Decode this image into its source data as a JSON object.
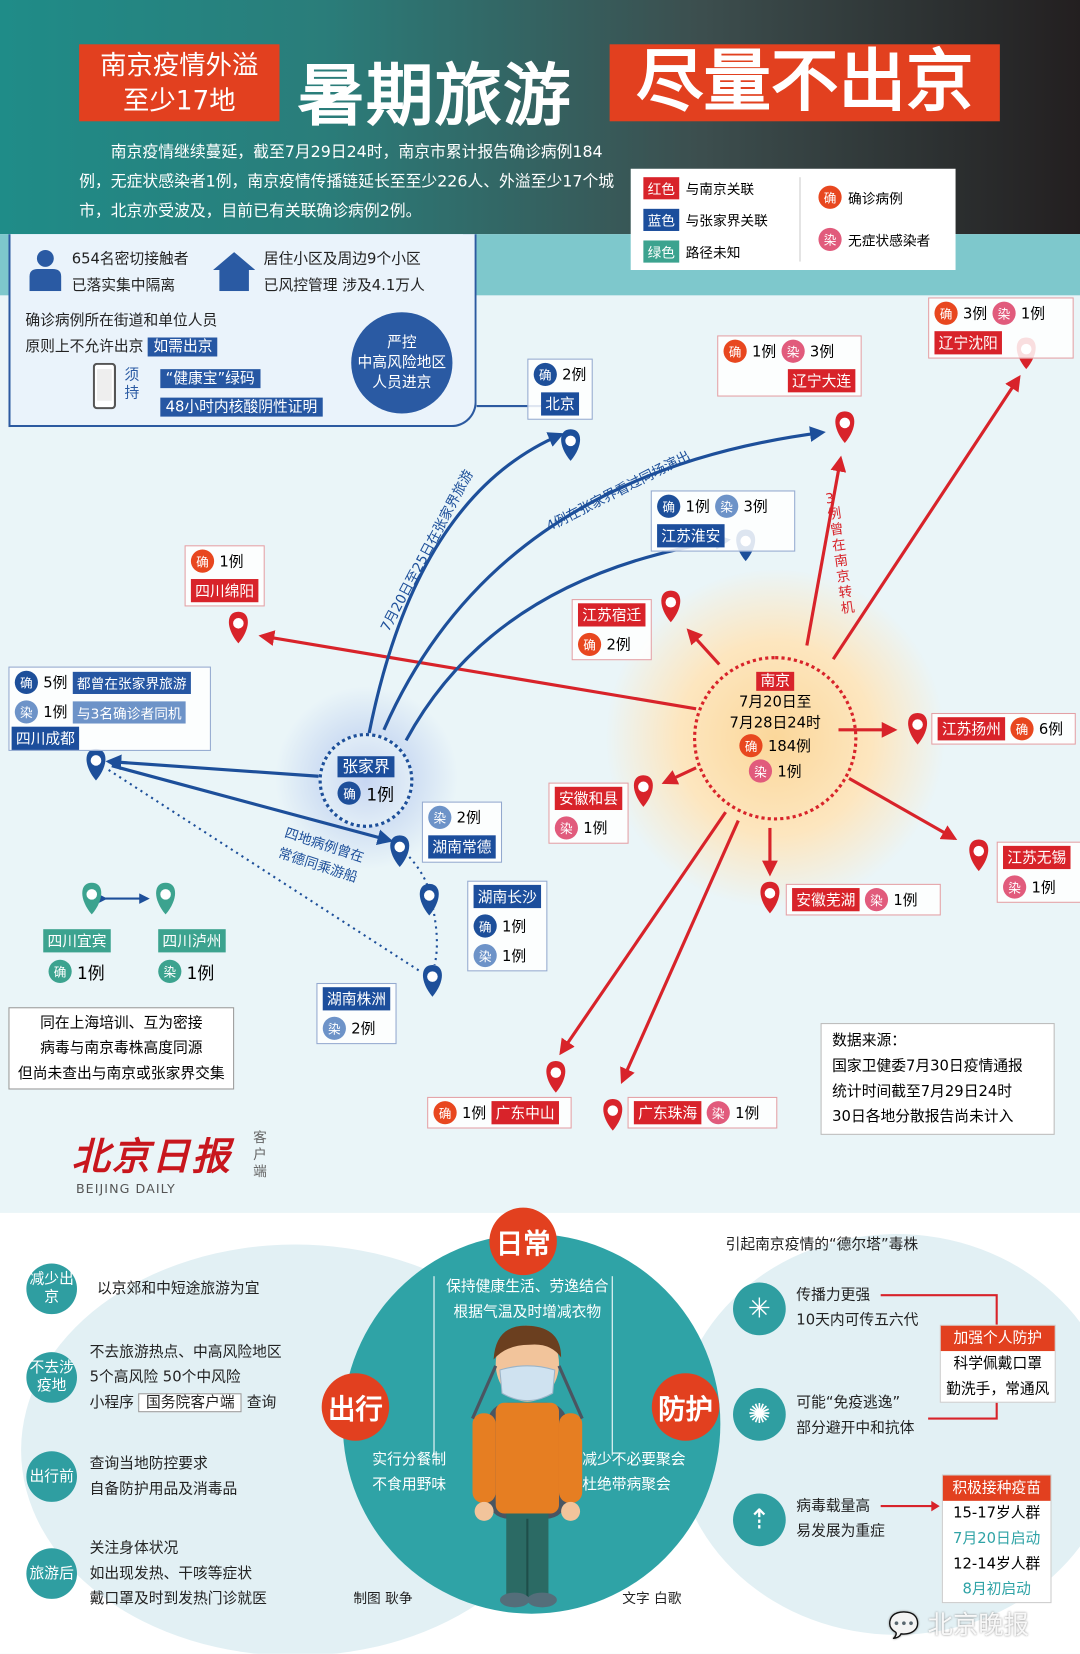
{
  "header": {
    "tag_line1": "南京疫情外溢",
    "tag_line2": "至少17地",
    "title": "暑期旅游",
    "title_highlight": "尽量不出京",
    "intro": "南京疫情继续蔓延，截至7月29日24时，南京市累计报告确诊病例184例，无症状感染者1例，南京疫情传播链延长至至少226人、外溢至少17个城市，北京亦受波及，目前已有关联确诊病例2例。"
  },
  "legend": {
    "red_tag": "红色",
    "red_text": "与南京关联",
    "blue_tag": "蓝色",
    "blue_text": "与张家界关联",
    "green_tag": "绿色",
    "green_text": "路径未知",
    "confirmed_badge": "确",
    "confirmed_text": "确诊病例",
    "asym_badge": "染",
    "asym_text": "无症状感染者",
    "colors": {
      "red": "#d8232a",
      "blue": "#1c4e9c",
      "green": "#3ca38f"
    }
  },
  "beijing_measures": {
    "contacts_line1": "654名密切接触者",
    "contacts_line2": "已落实集中隔离",
    "community_line1": "居住小区及周边9个小区",
    "community_line2": "已风控管理 涉及4.1万人",
    "rule_line1": "确诊病例所在街道和单位人员",
    "rule_line2": "原则上不允许出京",
    "if_needed": "如需出京",
    "must_hold": "须持",
    "req1": "“健康宝”绿码",
    "req2": "48小时内核酸阴性证明",
    "strict": "严控中高风险地区人员进京",
    "strict_lines": [
      "严控",
      "中高风险地区",
      "人员进京"
    ]
  },
  "nanjing": {
    "name": "南京",
    "period_line1": "7月20日至",
    "period_line2": "7月28日24时",
    "confirmed": "184例",
    "asym": "1例"
  },
  "zhangjiajie": {
    "name": "张家界",
    "confirmed": "1例"
  },
  "cities": {
    "beijing": {
      "name": "北京",
      "confirmed": "2例",
      "relation": "blue"
    },
    "dalian": {
      "name": "辽宁大连",
      "confirmed": "1例",
      "asym": "3例",
      "relation": "red"
    },
    "shenyang": {
      "name": "辽宁沈阳",
      "confirmed": "3例",
      "asym": "1例",
      "relation": "red"
    },
    "huaian": {
      "name": "江苏淮安",
      "confirmed": "1例",
      "asym": "3例",
      "relation": "blue"
    },
    "mianyang": {
      "name": "四川绵阳",
      "confirmed": "1例",
      "relation": "red"
    },
    "suqian": {
      "name": "江苏宿迁",
      "confirmed": "2例",
      "relation": "red"
    },
    "chengdu": {
      "name": "四川成都",
      "confirmed": "5例",
      "confirmed_note": "都曾在张家界旅游",
      "asym": "1例",
      "asym_note": "与3名确诊者同机",
      "relation": "blue"
    },
    "hexian": {
      "name": "安徽和县",
      "asym": "1例",
      "relation": "red"
    },
    "yangzhou": {
      "name": "江苏扬州",
      "confirmed": "6例",
      "relation": "red"
    },
    "wuxi": {
      "name": "江苏无锡",
      "asym": "1例",
      "relation": "red"
    },
    "wuhu": {
      "name": "安徽芜湖",
      "asym": "1例",
      "relation": "red"
    },
    "changde": {
      "name": "湖南常德",
      "asym": "2例",
      "relation": "blue"
    },
    "changsha": {
      "name": "湖南长沙",
      "confirmed": "1例",
      "asym": "1例",
      "relation": "blue"
    },
    "zhuzhou": {
      "name": "湖南株洲",
      "asym": "2例",
      "relation": "blue"
    },
    "yibin": {
      "name": "四川宜宾",
      "confirmed": "1例",
      "relation": "green"
    },
    "luzhou": {
      "name": "四川泸州",
      "asym": "1例",
      "relation": "green"
    },
    "zhongshan": {
      "name": "广东中山",
      "confirmed": "1例",
      "relation": "red"
    },
    "zhuhai": {
      "name": "广东珠海",
      "asym": "1例",
      "relation": "red"
    }
  },
  "sichuan_note": [
    "同在上海培训、互为密接",
    "病毒与南京毒株高度同源",
    "但尚未查出与南京或张家界交集"
  ],
  "route_labels": {
    "zjj_tour": "7月20日至25日在张家界旅游",
    "show": "4例在张家界看过同场演出",
    "transfer": "3例曾在南京转机",
    "boat_line1": "四地病例曾在",
    "boat_line2": "常德同乘游船"
  },
  "source": {
    "title": "数据来源：",
    "lines": [
      "国家卫健委7月30日疫情通报",
      "统计时间截至7月29日24时",
      "30日各地分散报告尚未计入"
    ]
  },
  "logo": {
    "name": "北京日报",
    "en": "BEIJING DAILY",
    "client": "客户端"
  },
  "travel": {
    "items": [
      {
        "tag": "减少出京",
        "lines": [
          "以京郊和中短途旅游为宜"
        ]
      },
      {
        "tag": "不去涉疫地",
        "lines": [
          "不去旅游热点、中高风险地区",
          "5个高风险  50个中风险"
        ],
        "mini_prefix": "小程序",
        "mini_name": "国务院客户端",
        "mini_suffix": "查询"
      },
      {
        "tag": "出行前",
        "lines": [
          "查询当地防控要求",
          "自备防护用品及消毒品"
        ]
      },
      {
        "tag": "旅游后",
        "lines": [
          "关注身体状况",
          "如出现发热、干咳等症状",
          "戴口罩及时到发热门诊就医"
        ]
      }
    ]
  },
  "center": {
    "daily": "日常",
    "travel": "出行",
    "protect": "防护",
    "daily_lines": [
      "保持健康生活、劳逸结合",
      "根据气温及时增减衣物"
    ],
    "travel_lines": [
      "实行分餐制",
      "不食用野味"
    ],
    "protect_lines": [
      "减少不必要聚会",
      "杜绝带病聚会"
    ],
    "credit_map": "制图  耿争",
    "credit_text": "文字  白歌"
  },
  "delta": {
    "title": "引起南京疫情的“德尔塔”毒株",
    "items": [
      {
        "icon": "spread-icon",
        "lines": [
          "传播力更强",
          "10天内可传五六代"
        ]
      },
      {
        "icon": "virus-icon",
        "lines": [
          "可能“免疫逃逸”",
          "部分避开中和抗体"
        ]
      },
      {
        "icon": "viral-load-icon",
        "lines": [
          "病毒载量高",
          "易发展为重症"
        ]
      }
    ],
    "protect_head": "加强个人防护",
    "protect_lines": [
      "科学佩戴口罩",
      "勤洗手，常通风"
    ],
    "vaccine_head": "积极接种疫苗",
    "vaccine_lines": [
      "15-17岁人群",
      "7月20日启动",
      "12-14岁人群",
      "8月初启动"
    ]
  },
  "watermark": "北京晚报"
}
